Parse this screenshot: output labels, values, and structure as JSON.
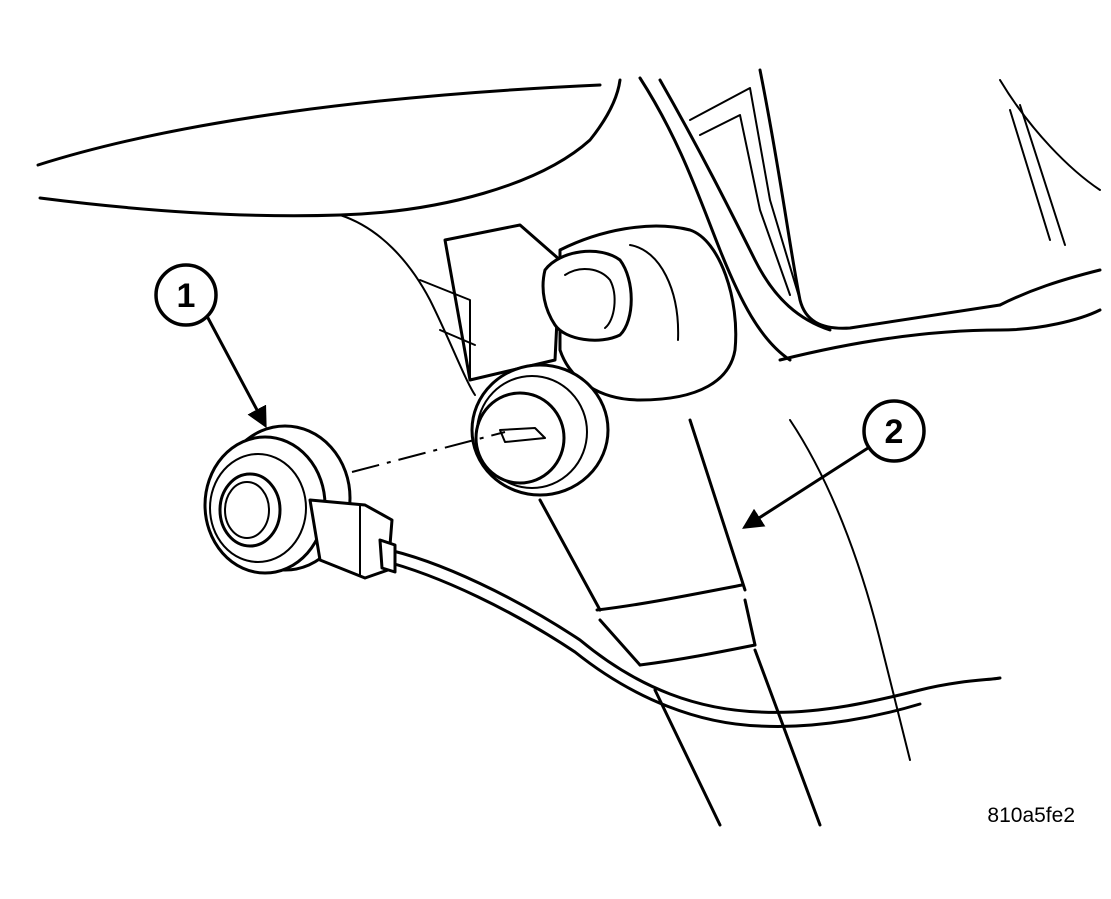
{
  "callouts": [
    {
      "number": "1"
    },
    {
      "number": "2"
    }
  ],
  "figure_id": "810a5fe2"
}
